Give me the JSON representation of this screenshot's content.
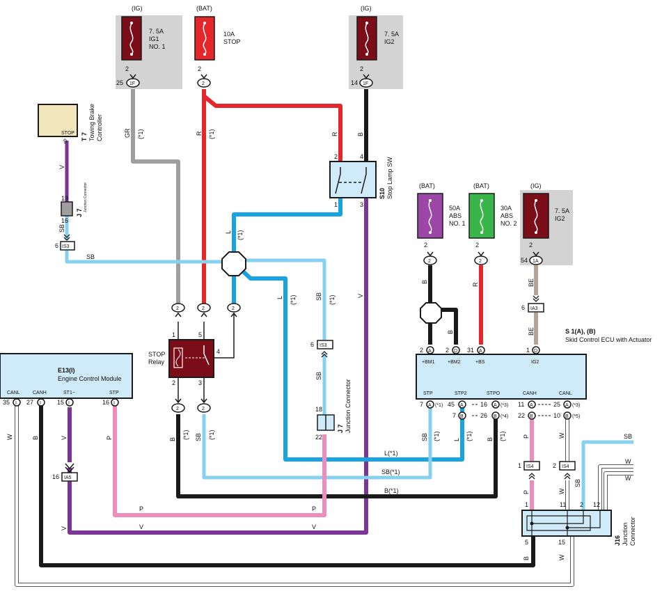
{
  "colors": {
    "red": "#e5262b",
    "black": "#1a1a1a",
    "gray": "#9e9e9e",
    "sky_blue": "#86d1f0",
    "blue": "#1aa3e1",
    "violet": "#7b3596",
    "pink": "#ee8cbd",
    "beige": "#b5a592",
    "white_wire": "#ffffff",
    "fuse_dark": "#7a0d18",
    "fuse_red": "#e5262b",
    "fuse_purple": "#9c46a8",
    "fuse_green": "#39b54a",
    "panel_gray": "#d3d3d3",
    "ecu_fill": "#cfeaf8",
    "brake_fill": "#f2e6bd"
  },
  "fuses": {
    "ig1": {
      "source": "(IG)",
      "label1": "7. 5A",
      "label2": "IG1",
      "label3": "NO. 1",
      "pin": "2",
      "conn_pin": "25",
      "conn": "1F"
    },
    "stop": {
      "source": "(BAT)",
      "label1": "10A",
      "label2": "STOP",
      "pin": "2",
      "conn": "2"
    },
    "ig2_top": {
      "source": "(IG)",
      "label1": "7. 5A",
      "label2": "IG2",
      "pin": "2",
      "conn_pin": "14",
      "conn": "1F"
    },
    "abs1": {
      "source": "(BAT)",
      "label1": "50A",
      "label2": "ABS",
      "label3": "NO. 1",
      "pin": "2",
      "conn": "2"
    },
    "abs2": {
      "source": "(BAT)",
      "label1": "30A",
      "label2": "ABS",
      "label3": "NO. 2",
      "pin": "2",
      "conn": "2"
    },
    "ig2_right": {
      "source": "(IG)",
      "label1": "7. 5A",
      "label2": "IG2",
      "pin": "2",
      "conn_pin": "54",
      "conn": "1A"
    }
  },
  "towing_brake": {
    "code": "T 7",
    "name1": "Towing Brake",
    "name2": "Controller",
    "terminal": "STOP",
    "pin": "9"
  },
  "j7_left": {
    "code": "J 7",
    "name": "Junction Connector",
    "pin_top": "19",
    "pin_bottom": "16"
  },
  "j7_mid": {
    "code": "J 7",
    "name": "Junction Connector",
    "pin_top": "18",
    "pin_bottom": "22"
  },
  "stop_lamp_sw": {
    "code": "S10",
    "name": "Stop Lamp SW",
    "pin1": "1",
    "pin2": "2",
    "pin3": "3",
    "pin4": "4"
  },
  "stop_relay": {
    "name1": "STOP",
    "name2": "Relay",
    "pin1": "1",
    "pin2": "2",
    "pin3": "3",
    "pin4": "4",
    "pin5": "5"
  },
  "ecm": {
    "code": "E13(I)",
    "name": "Engine Control Module",
    "terminals": [
      {
        "label": "CANL",
        "pin": "35",
        "conn": "I"
      },
      {
        "label": "CANH",
        "pin": "27",
        "conn": "I"
      },
      {
        "label": "ST1−",
        "pin": "15",
        "conn": "I"
      },
      {
        "label": "STP",
        "pin": "16",
        "conn": "I"
      }
    ]
  },
  "skid_ecu": {
    "code": "S 1(A), (B)",
    "name": "Skid Control ECU with Actuator",
    "top_terminals": [
      {
        "label": "+BM1",
        "pin": "2",
        "conn": "A"
      },
      {
        "label": "+BM2",
        "pin": "2",
        "conn": "D"
      },
      {
        "label": "+BS",
        "pin": "31",
        "conn": "A"
      },
      {
        "label": "IG2",
        "pin": "1",
        "conn": "D"
      }
    ],
    "bottom_terminals": [
      {
        "label": "STP",
        "pin": "7",
        "conn": "A",
        "note": "(*1)"
      },
      {
        "label": "STP2",
        "pin_a": "45",
        "conn_a": "A",
        "pin_b": "7",
        "conn_b": "B"
      },
      {
        "label": "STPO",
        "pin_a": "16",
        "conn_a": "A",
        "note_a": "(*3)",
        "pin_b": "26",
        "conn_b": "B",
        "note_b": "(*4)"
      },
      {
        "label": "CANH",
        "pin_a": "11",
        "conn_a": "A",
        "pin_b": "22",
        "conn_b": "B"
      },
      {
        "label": "CANL",
        "pin_a": "25",
        "conn_a": "A",
        "note_a": "(*3)",
        "pin_b": "10",
        "conn_b": "B",
        "note_b": "(*5)"
      }
    ]
  },
  "j16": {
    "code": "J16",
    "name1": "Junction",
    "name2": "Connector",
    "pins": [
      "1",
      "11",
      "2",
      "12",
      "5",
      "15"
    ]
  },
  "connectors": {
    "is3_left": {
      "pin": "6",
      "code": "IS3"
    },
    "is3_mid": {
      "pin": "6",
      "code": "IS3"
    },
    "ia3": {
      "pin": "6",
      "code": "IA3"
    },
    "ia5": {
      "pin": "16",
      "code": "IA5"
    },
    "is4_a": {
      "pin": "1",
      "code": "IS4"
    },
    "is4_b": {
      "pin": "2",
      "code": "IS4"
    }
  },
  "relay_top_conns": [
    "2",
    "2",
    "2"
  ],
  "relay_bottom_conns": [
    "2",
    "2"
  ],
  "wire_labels": {
    "gr": "GR",
    "r": "R",
    "b": "B",
    "v": "V",
    "sb": "SB",
    "l": "L",
    "p": "P",
    "w": "W",
    "be": "BE",
    "note1": "(*1)",
    "l_note": "L(*1)",
    "sb_note": "SB(*1)",
    "b_note": "B(*1)"
  }
}
